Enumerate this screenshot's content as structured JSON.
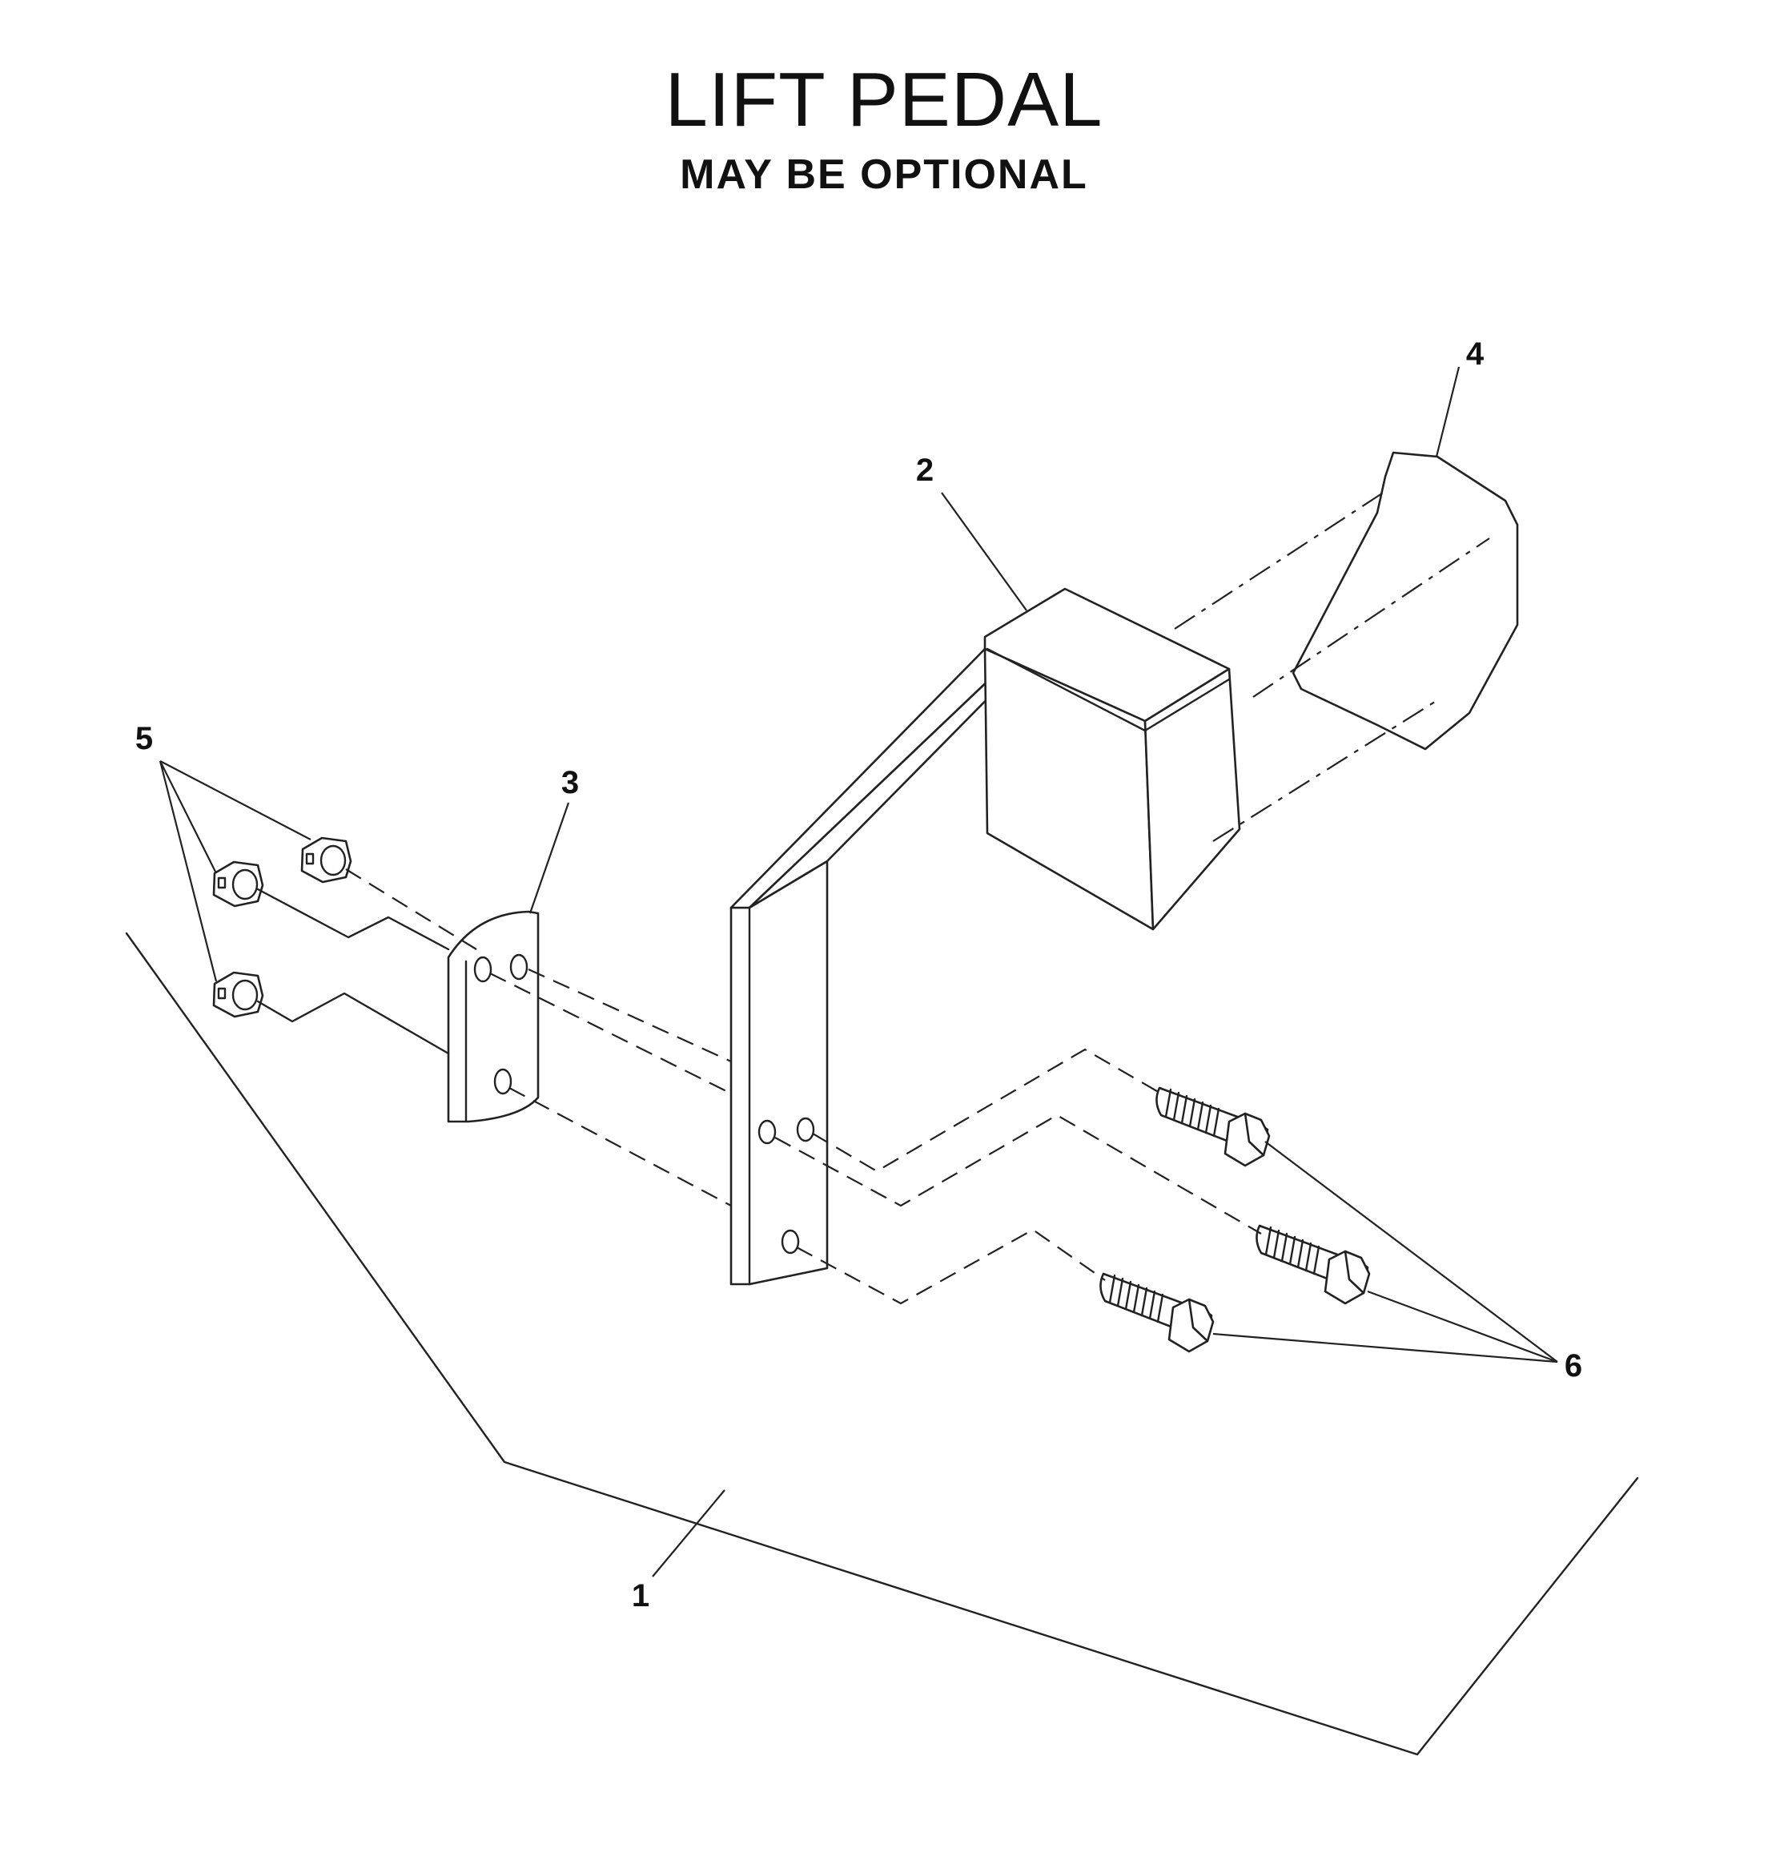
{
  "title": "LIFT PEDAL",
  "subtitle": "MAY BE OPTIONAL",
  "callouts": [
    {
      "id": "1",
      "label": "1"
    },
    {
      "id": "2",
      "label": "2"
    },
    {
      "id": "3",
      "label": "3"
    },
    {
      "id": "4",
      "label": "4"
    },
    {
      "id": "5",
      "label": "5"
    },
    {
      "id": "6",
      "label": "6"
    }
  ]
}
